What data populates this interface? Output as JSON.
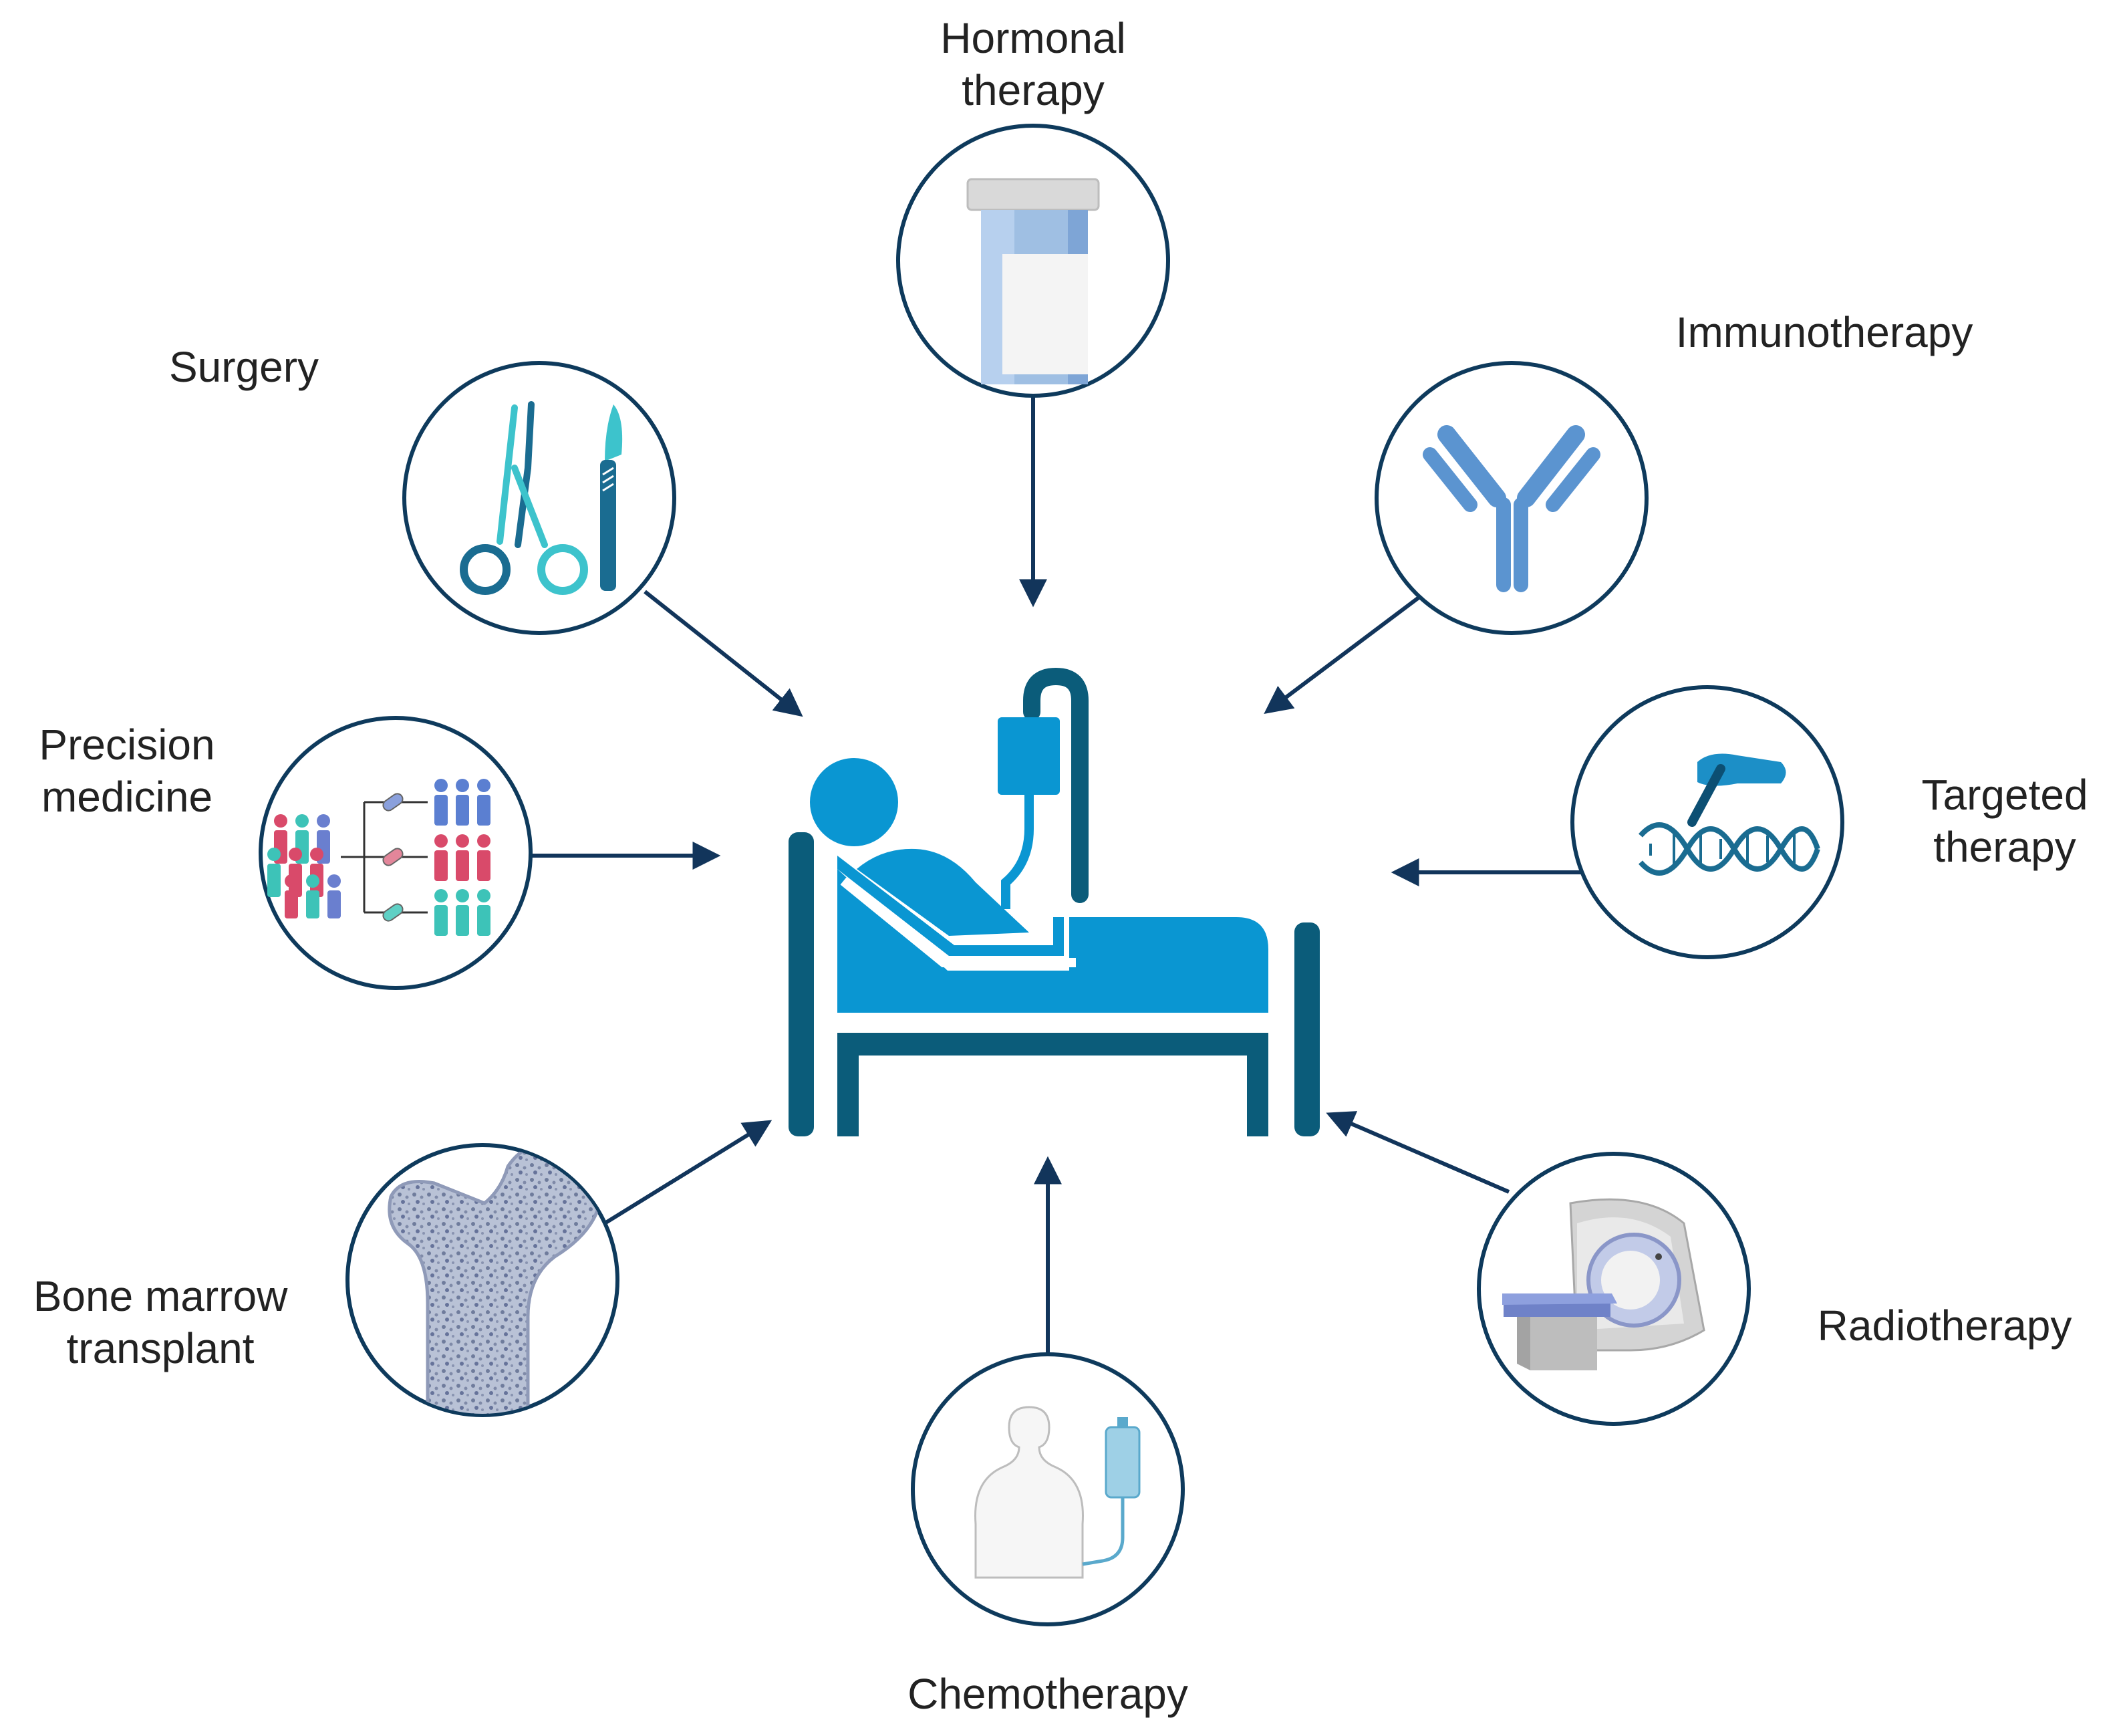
{
  "diagram": {
    "colors": {
      "ring": "#0e3a5c",
      "arrow": "#12355b",
      "bed_dark": "#0b5c7a",
      "bed_light": "#0a96d2",
      "text": "#222222"
    },
    "treatments": [
      {
        "id": "hormonal",
        "lines": [
          "Hormonal",
          "therapy"
        ],
        "icon": "pill-bottle-icon"
      },
      {
        "id": "immunotherapy",
        "lines": [
          "Immunotherapy"
        ],
        "icon": "antibody-icon"
      },
      {
        "id": "targeted",
        "lines": [
          "Targeted",
          "therapy"
        ],
        "icon": "dna-editing-icon"
      },
      {
        "id": "radiotherapy",
        "lines": [
          "Radiotherapy"
        ],
        "icon": "mri-scanner-icon"
      },
      {
        "id": "chemotherapy",
        "lines": [
          "Chemotherapy"
        ],
        "icon": "iv-infusion-icon"
      },
      {
        "id": "bone-marrow",
        "lines": [
          "Bone marrow",
          "transplant"
        ],
        "icon": "femur-bone-icon"
      },
      {
        "id": "precision",
        "lines": [
          "Precision",
          "medicine"
        ],
        "icon": "patient-groups-icon"
      },
      {
        "id": "surgery",
        "lines": [
          "Surgery"
        ],
        "icon": "scissors-scalpel-icon"
      }
    ],
    "center_icon": "patient-in-bed-icon"
  }
}
